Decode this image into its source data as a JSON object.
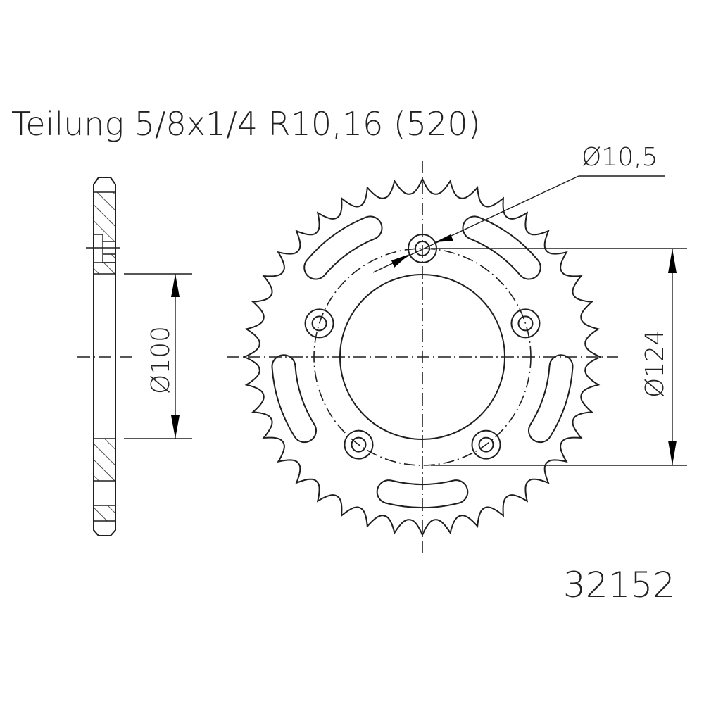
{
  "title": "Teilung 5/8x1/4 R10,16 (520)",
  "part_number": "32152",
  "dimensions": {
    "bolt_hole": "Ø10,5",
    "bore": "Ø100",
    "bolt_circle": "Ø124"
  },
  "sprocket": {
    "teeth": 40,
    "bolt_holes": 5,
    "lightening_slots": 5,
    "chain_pitch": "5/8x1/4",
    "roller_radius": "R10,16",
    "chain_size": "520"
  },
  "colors": {
    "line": "#1e1e1e",
    "background": "#ffffff"
  }
}
